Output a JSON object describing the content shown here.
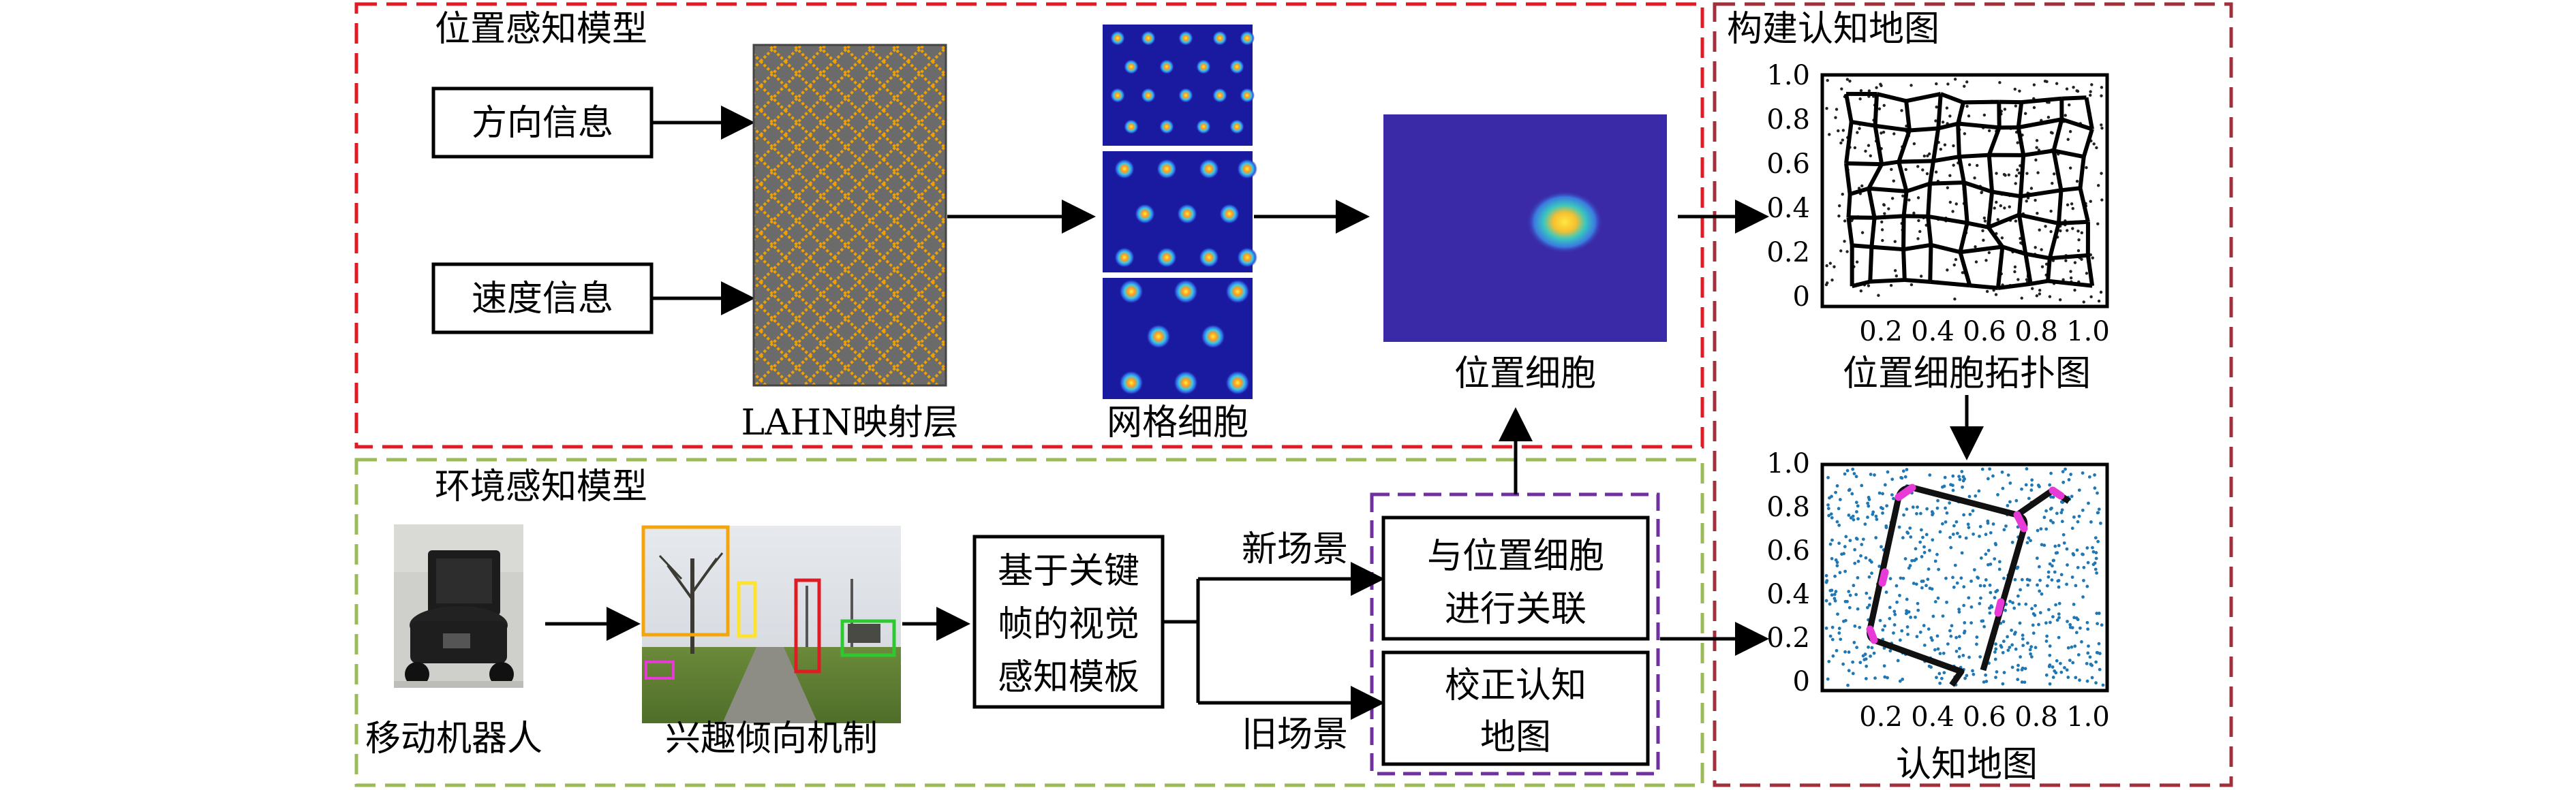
{
  "position_model": {
    "title": "位置感知模型",
    "direction_info": "方向信息",
    "speed_info": "速度信息",
    "lahn_label": "LAHN映射层",
    "grid_cells_label": "网格细胞",
    "place_cell_label": "位置细胞"
  },
  "environment_model": {
    "title": "环境感知模型",
    "robot_label": "移动机器人",
    "interest_label": "兴趣倾向机制",
    "template_box": [
      "基于关键",
      "帧的视觉",
      "感知模板"
    ],
    "new_scene": "新场景",
    "old_scene": "旧场景",
    "associate_box": [
      "与位置细胞",
      "进行关联"
    ],
    "correct_box": [
      "校正认知",
      "地图"
    ]
  },
  "cognitive_map": {
    "title": "构建认知地图",
    "topology_caption": "位置细胞拓扑图",
    "map_caption": "认知地图",
    "x_ticks": [
      "0.2",
      "0.4",
      "0.6",
      "0.8",
      "1.0"
    ],
    "y_ticks": [
      "1.0",
      "0.8",
      "0.6",
      "0.4",
      "0.2",
      "0"
    ]
  },
  "colors": {
    "red_frame": "#e01b24",
    "green_frame": "#9bbb59",
    "purple_frame": "#7030a0",
    "dark_red_frame": "#a0303a",
    "lahn_fill": "#6b6b6b",
    "lahn_pattern": "#f0a000",
    "grid_bg": "#1a1aa0",
    "place_bg": "#3a2aa8",
    "scatter_dot": "#1f77b4",
    "trajectory": "#111111",
    "trajectory_marks": "#e83ad6"
  },
  "icons": {
    "robot_photo": "mobile-robot-photo",
    "scene_photo": "campus-scene-photo"
  }
}
